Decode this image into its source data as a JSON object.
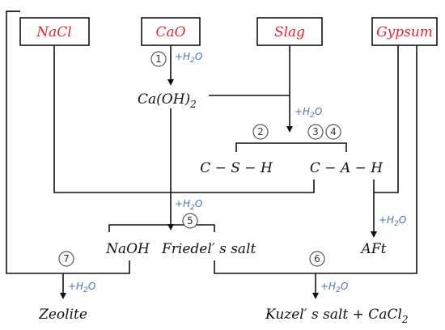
{
  "colors": {
    "reagent": "#e5272d",
    "water": "#4a73c2",
    "line": "#111111"
  },
  "reagents": {
    "nacl": "NaCl",
    "cao": "CaO",
    "slag": "Slag",
    "gypsum": "Gypsum"
  },
  "water": "+H",
  "water_sub": "2",
  "water_tail": "O",
  "steps": {
    "s1": "1",
    "s2": "2",
    "s3": "3",
    "s4": "4",
    "s5": "5",
    "s6": "6",
    "s7": "7"
  },
  "products": {
    "caoh2_main": "Ca(OH)",
    "caoh2_sub": "2",
    "csh": "C − S − H",
    "cah": "C − A − H",
    "naoh": "NaOH",
    "friedel_a": "Friedel",
    "friedel_b": "′ s salt",
    "aft": "AFt",
    "zeolite": "Zeolite",
    "kuzel_a": "Kuzel",
    "kuzel_b": "′ s salt + CaCl",
    "kuzel_sub": "2"
  }
}
